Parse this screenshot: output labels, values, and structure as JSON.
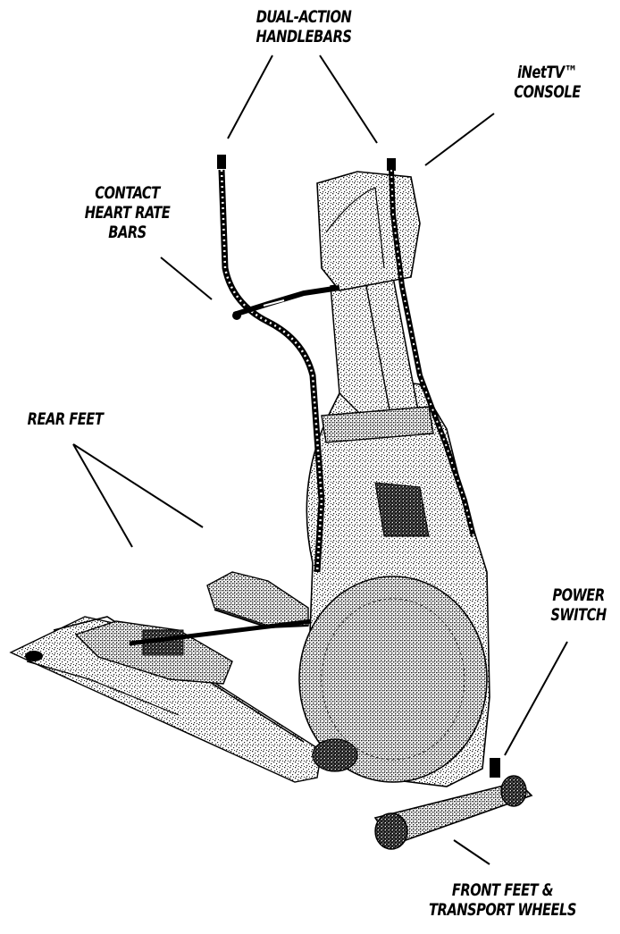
{
  "labels": {
    "dual_action_handlebars": [
      "DUAL-ACTION",
      "HANDLEBARS"
    ],
    "inettv_console": [
      "iNetTV™",
      "CONSOLE"
    ],
    "contact_heart_rate_bars": [
      "CONTACT",
      "HEART RATE",
      "BARS"
    ],
    "rear_feet": [
      "REAR FEET"
    ],
    "power_switch": [
      "POWER",
      "SWITCH"
    ],
    "front_feet_transport_wheels": [
      "FRONT FEET &",
      "TRANSPORT WHEELS"
    ]
  },
  "colors": {
    "ink": "#000000",
    "background": "#ffffff",
    "stipple": "#1a1a1a",
    "shade": "#7a7a7a"
  }
}
